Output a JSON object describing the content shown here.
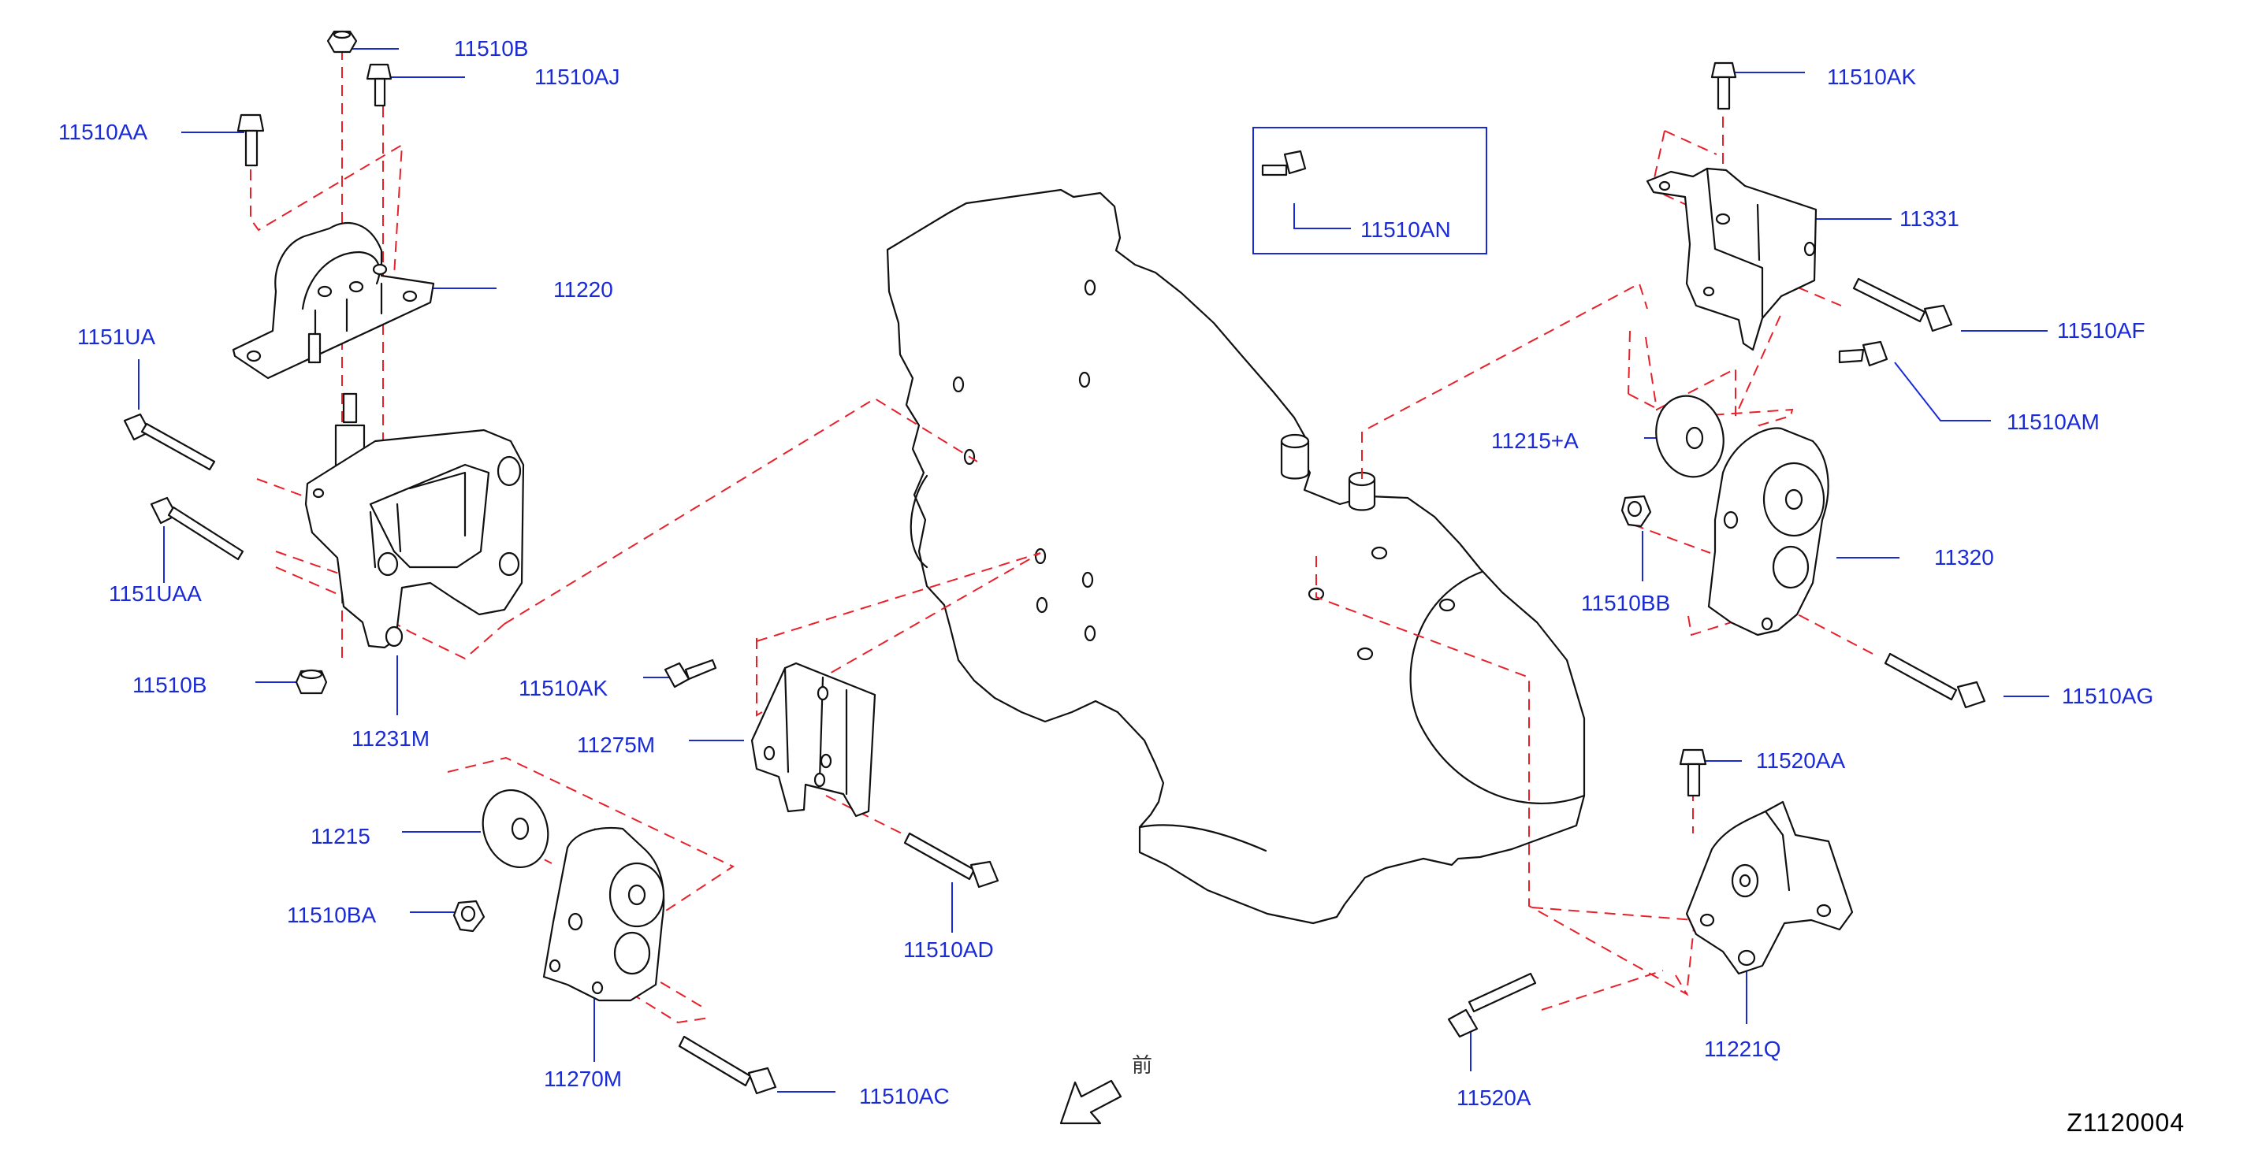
{
  "parts": {
    "p11510B_top": "11510B",
    "p11510AJ": "11510AJ",
    "p11510AA": "11510AA",
    "p11220": "11220",
    "p1151UA": "1151UA",
    "p1151UAA": "1151UAA",
    "p11510B_bottom": "11510B",
    "p11231M": "11231M",
    "p11510AK_left": "11510AK",
    "p11275M": "11275M",
    "p11215": "11215",
    "p11510BA": "11510BA",
    "p11270M": "11270M",
    "p11510AC": "11510AC",
    "p11510AD": "11510AD",
    "p11510AN": "11510AN",
    "p11510AK_right": "11510AK",
    "p11331": "11331",
    "p11510AF": "11510AF",
    "p11510AM": "11510AM",
    "p11215A": "11215+A",
    "p11510BB": "11510BB",
    "p11320": "11320",
    "p11510AG": "11510AG",
    "p11520AA": "11520AA",
    "p11221Q": "11221Q",
    "p11520A": "11520A"
  },
  "front_mark": "前",
  "diagram_code": "Z1120004",
  "colors": {
    "label": "#1a2bd6",
    "dashed": "#e8202a",
    "line": "#111111"
  }
}
